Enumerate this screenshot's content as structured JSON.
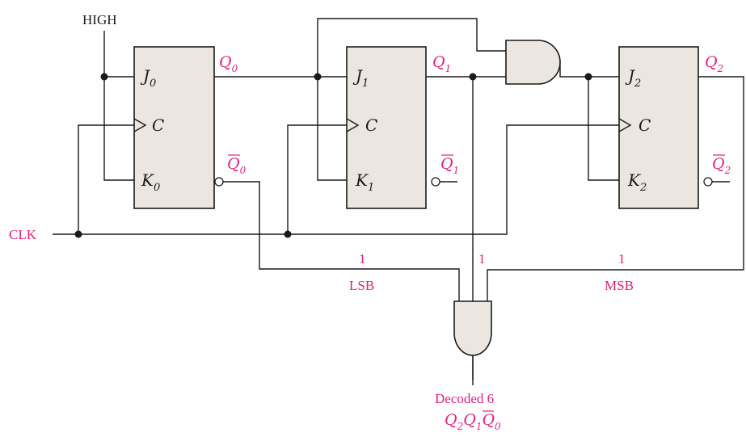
{
  "labels": {
    "high": "HIGH",
    "clk": "CLK",
    "lsb": "LSB",
    "msb": "MSB",
    "bit_q0": "1",
    "bit_q1": "1",
    "bit_q2": "1",
    "decoded": "Decoded 6",
    "decoded_expr": "Q2Q1Q0 (Q0 complemented)"
  },
  "flip_flops": [
    {
      "j": "J",
      "c": "C",
      "k": "K",
      "index": "0",
      "q": "Q",
      "qbar": "Q"
    },
    {
      "j": "J",
      "c": "C",
      "k": "K",
      "index": "1",
      "q": "Q",
      "qbar": "Q"
    },
    {
      "j": "J",
      "c": "C",
      "k": "K",
      "index": "2",
      "q": "Q",
      "qbar": "Q"
    }
  ],
  "colors": {
    "annotation": "#e0207f",
    "wire": "#1a1a1a",
    "component_fill": "#ebe7e0"
  }
}
